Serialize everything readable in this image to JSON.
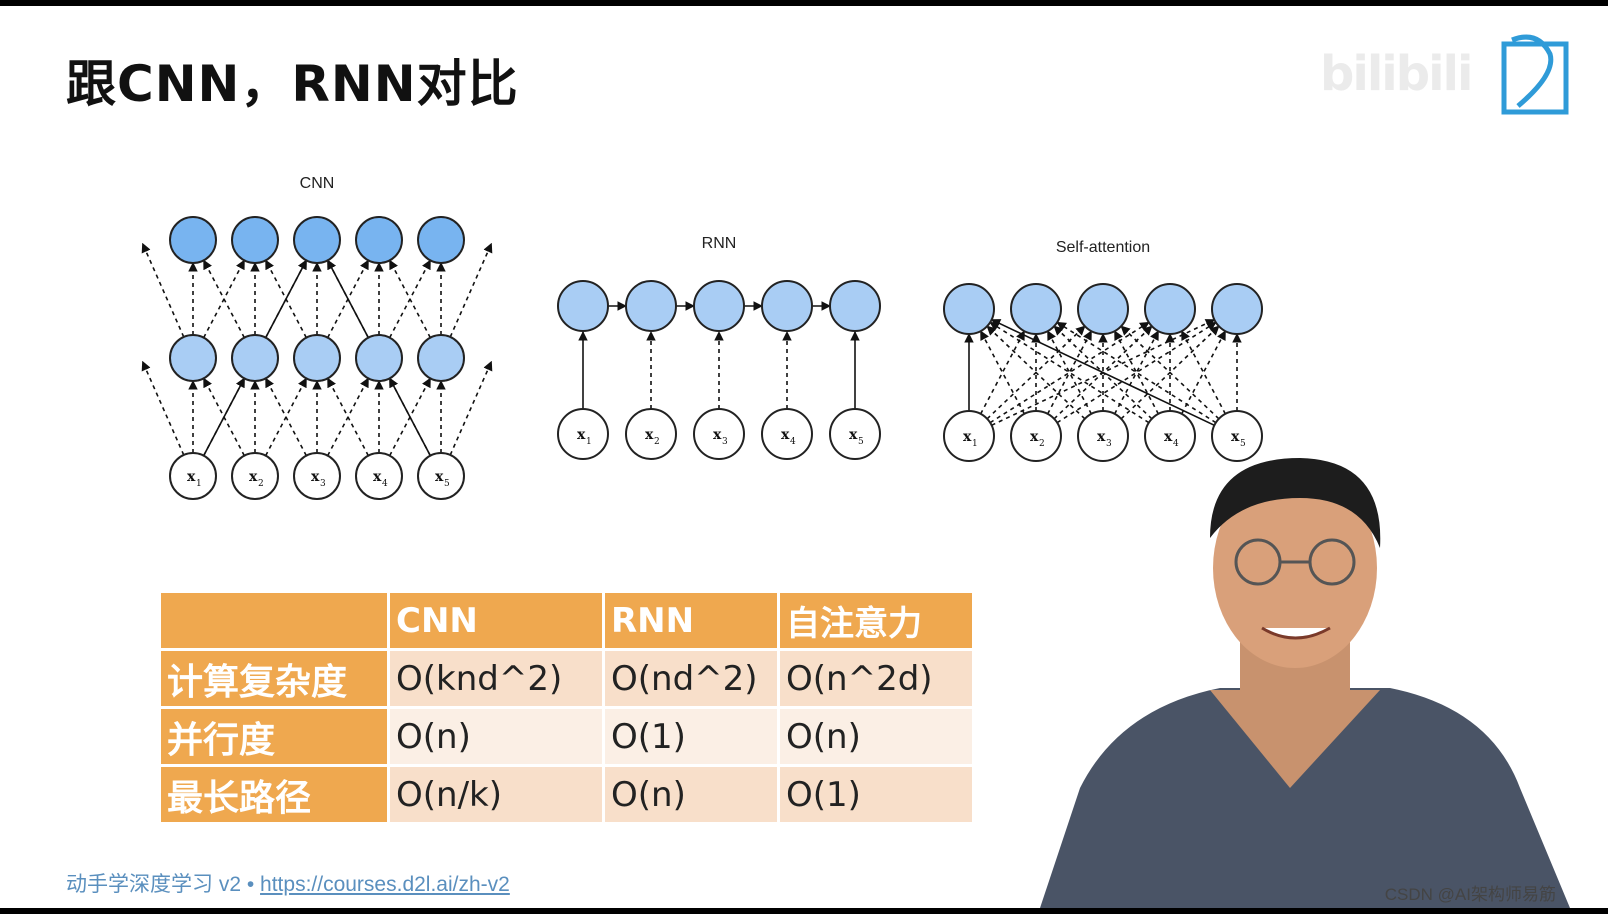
{
  "slide": {
    "title": "跟CNN，RNN对比",
    "watermark": "bilibili",
    "footer_text": "动手学深度学习 v2 • ",
    "footer_link": "https://courses.d2l.ai/zh-v2",
    "credit": "CSDN @AI架构师易筋"
  },
  "diagrams": {
    "cnn_title": "CNN",
    "rnn_title": "RNN",
    "sa_title": "Self-attention",
    "input_labels": [
      "x",
      "x",
      "x",
      "x",
      "x"
    ],
    "input_subscripts": [
      "1",
      "2",
      "3",
      "4",
      "5"
    ]
  },
  "table": {
    "header": [
      "",
      "CNN",
      "RNN",
      "自注意力"
    ],
    "rows": [
      {
        "label": "计算复杂度",
        "cnn": "O(knd^2)",
        "rnn": "O(nd^2)",
        "sa": "O(n^2d)"
      },
      {
        "label": "并行度",
        "cnn": "O(n)",
        "rnn": "O(1)",
        "sa": "O(n)"
      },
      {
        "label": "最长路径",
        "cnn": "O(n/k)",
        "rnn": "O(n)",
        "sa": "O(1)"
      }
    ]
  },
  "colors": {
    "header_orange": "#efa84f",
    "row_dark": "#f8dfca",
    "row_light": "#fbefe5",
    "node_blue": "#78b4f0",
    "node_light_blue": "#a9cdf4",
    "footer_blue": "#5a8fbe"
  }
}
